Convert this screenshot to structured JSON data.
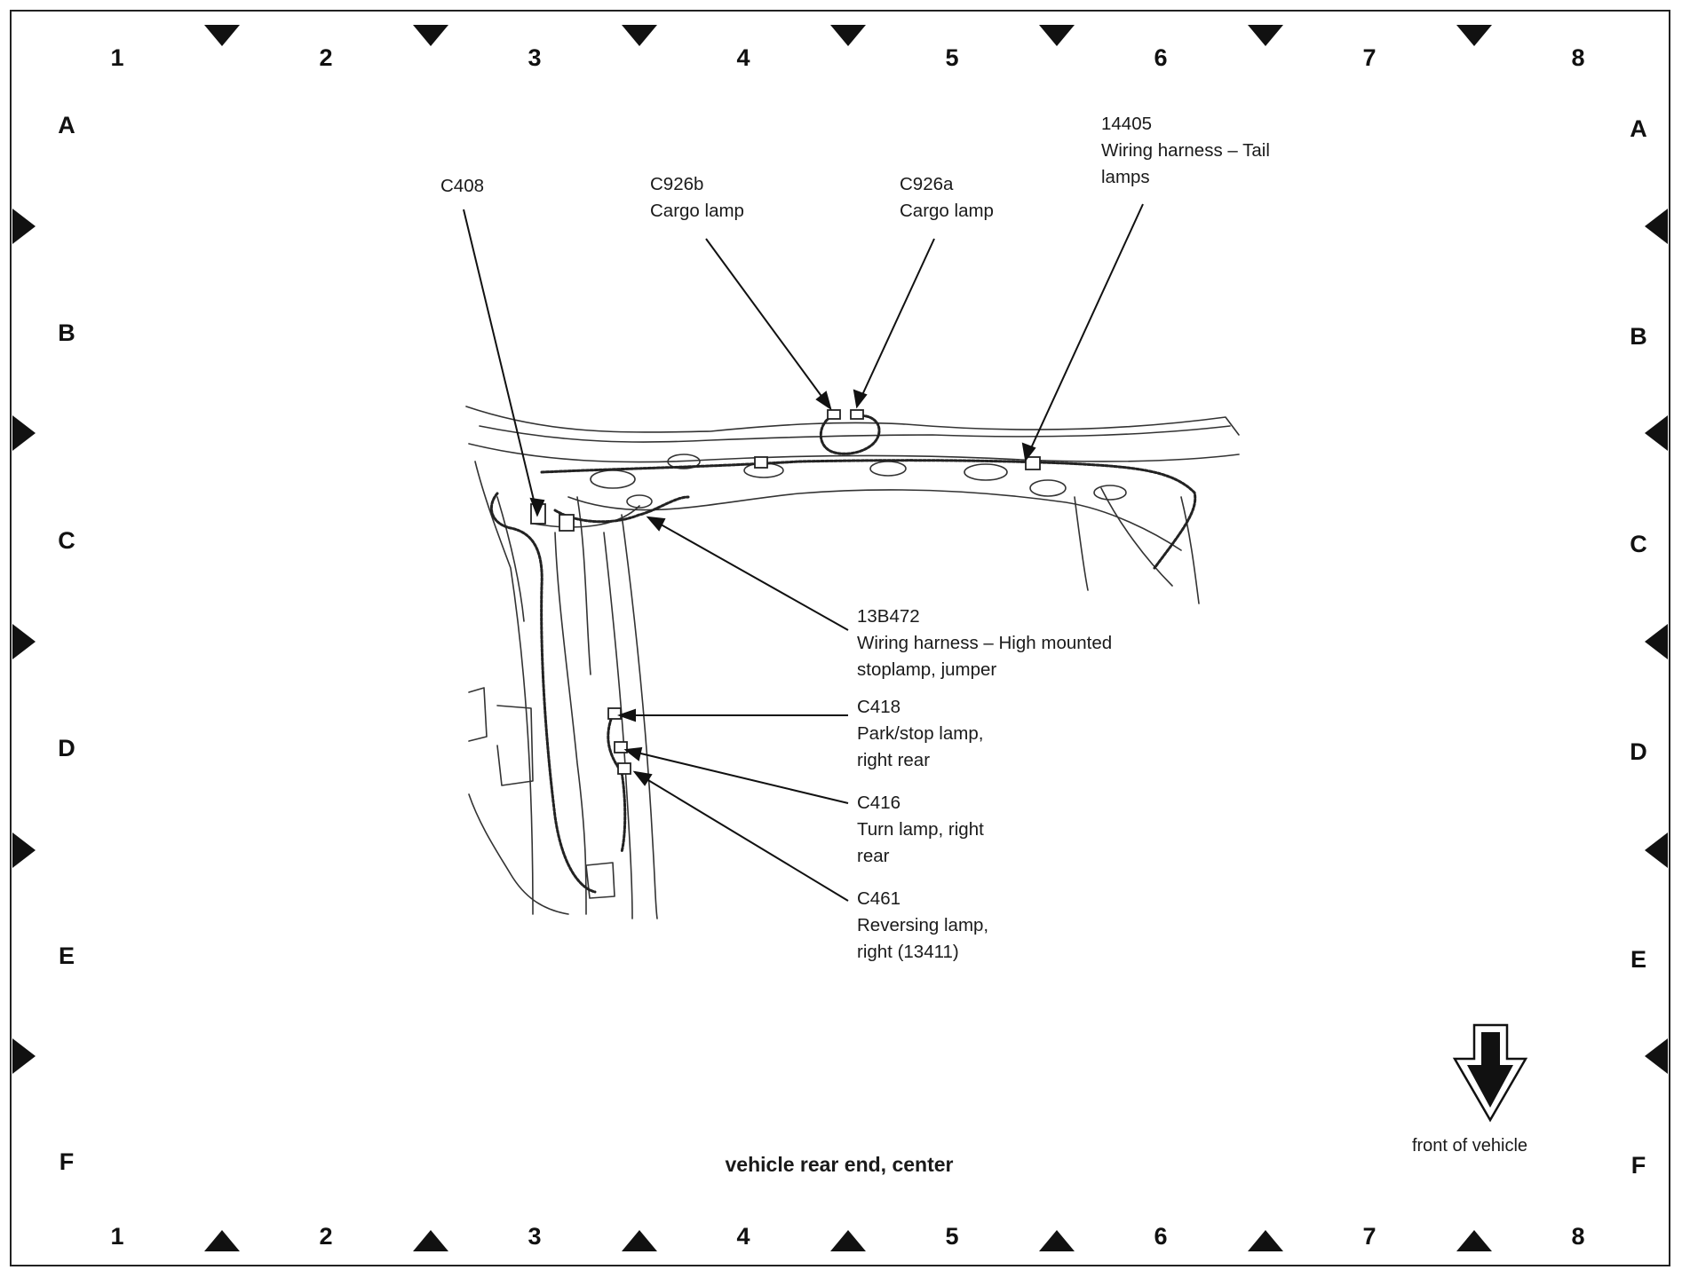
{
  "grid": {
    "columns": [
      "1",
      "2",
      "3",
      "4",
      "5",
      "6",
      "7",
      "8"
    ],
    "rows": [
      "A",
      "B",
      "C",
      "D",
      "E",
      "F"
    ]
  },
  "callouts": {
    "c408": {
      "code": "C408"
    },
    "c926b": {
      "code": "C926b",
      "desc": "Cargo lamp"
    },
    "c926a": {
      "code": "C926a",
      "desc": "Cargo lamp"
    },
    "h14405": {
      "code": "14405",
      "desc_line1": "Wiring harness – Tail",
      "desc_line2": "lamps"
    },
    "h13b472": {
      "code": "13B472",
      "desc_line1": "Wiring harness – High mounted",
      "desc_line2": "stoplamp, jumper"
    },
    "c418": {
      "code": "C418",
      "desc_line1": "Park/stop lamp,",
      "desc_line2": "right rear"
    },
    "c416": {
      "code": "C416",
      "desc_line1": "Turn lamp, right",
      "desc_line2": "rear"
    },
    "c461": {
      "code": "C461",
      "desc_line1": "Reversing lamp,",
      "desc_line2": "right (13411)"
    }
  },
  "caption": "vehicle rear end, center",
  "orientation": {
    "label": "front of vehicle",
    "icon": "down-arrow-icon"
  }
}
